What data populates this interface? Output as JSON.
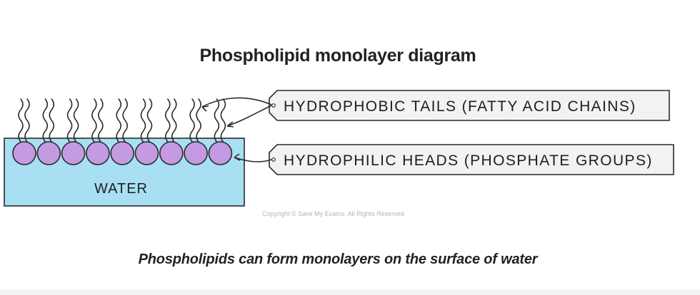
{
  "title": "Phospholipid monolayer diagram",
  "labels": {
    "tails": "HYDROPHOBIC  TAILS  (FATTY  ACID  CHAINS)",
    "heads": "HYDROPHILIC  HEADS  (PHOSPHATE  GROUPS)",
    "water": "WATER"
  },
  "phospholipid_count": 9,
  "copyright": "Copyright © Save My Exams. All Rights Reserved",
  "caption": "Phospholipids can form monolayers on the surface of water",
  "colors": {
    "water": "#a8dff2",
    "head": "#c49ae3",
    "outline": "#2a2a2a",
    "label_box": "#f2f2f2"
  }
}
